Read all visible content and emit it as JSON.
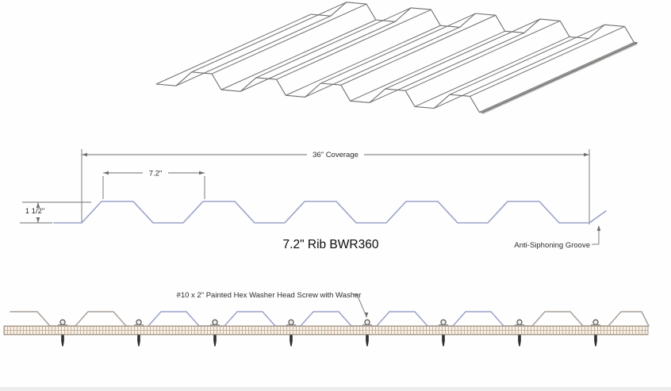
{
  "figure": {
    "title": "7.2\" Rib BWR360",
    "labels": {
      "coverage": "36\" Coverage",
      "rib_spacing": "7.2\"",
      "rib_height": "1 1/2\"",
      "groove": "Anti-Siphoning Groove",
      "screw": "#10 x 2\" Painted Hex Washer Head Screw with Washer"
    },
    "panel_specs": {
      "coverage_in": 36,
      "rib_pitch_in": 7.2,
      "rib_height_in": 1.5
    },
    "colors": {
      "wire": "#6f6f6f",
      "dim": "#6f6f6f",
      "profile_blue": "#9aa2c8",
      "panel_gray": "#a9a099",
      "band_bg": "#f6f1e8",
      "band_line": "#c9b29d",
      "band_border": "#958a7e",
      "screw": "#2f2c29",
      "text": "#2b2b2b"
    }
  }
}
